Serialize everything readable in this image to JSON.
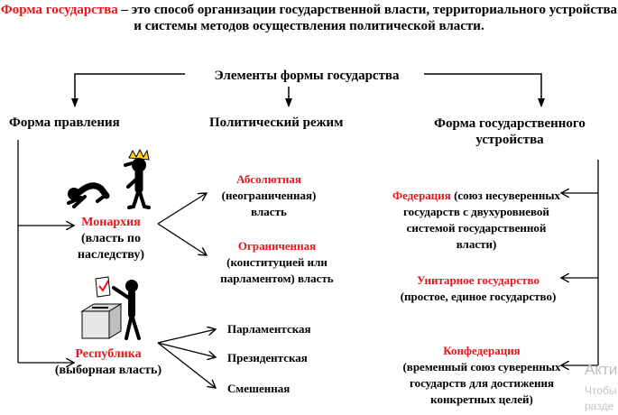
{
  "header": {
    "term": "Форма государства",
    "definition": " – это способ организации государственной власти, территориального устройства и системы методов осуществления политической власти."
  },
  "elements_title": "Элементы формы государства",
  "columns": {
    "government": "Форма правления",
    "regime": "Политический режим",
    "structure": "Форма государственного устройства"
  },
  "government": {
    "monarchy": {
      "name": "Монархия",
      "desc": "(власть по наследству)"
    },
    "republic": {
      "name": "Республика",
      "desc": "(выборная власть)"
    }
  },
  "monarchy_types": {
    "absolute": {
      "name": "Абсолютная",
      "desc": "(неограниченная) власть"
    },
    "limited": {
      "name": "Ограниченная",
      "desc": "(конституцией или парламентом) власть"
    }
  },
  "republic_types": [
    "Парламентская",
    "Президентская",
    "Смешенная"
  ],
  "structure_types": [
    {
      "name": "Федерация",
      "desc": "(союз несуверенных государств с двухуровневой системой государственной власти)"
    },
    {
      "name": "Унитарное государство",
      "desc": "(простое, единое государство)"
    },
    {
      "name": "Конфедерация",
      "desc": "(временный союз суверенных государств для достижения конкретных целей)"
    }
  ],
  "watermark": {
    "line1": "Акти",
    "line2": "Чтобы",
    "line3": "разде"
  },
  "colors": {
    "accent": "#e3161b",
    "text": "#000000"
  }
}
